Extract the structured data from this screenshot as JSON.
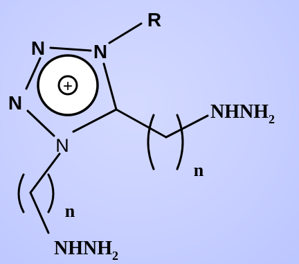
{
  "structure": {
    "substituent_r": "R",
    "ring_atoms": {
      "n_top_left": "N",
      "n_top_right": "N",
      "n_left": "N",
      "n_bottom": "N"
    },
    "charge_symbol": "+",
    "side_chain_right": {
      "terminal_main": "NHNH",
      "terminal_sub": "2",
      "repeat_label": "n"
    },
    "side_chain_bottom": {
      "terminal_main": "NHNH",
      "terminal_sub": "2",
      "repeat_label": "n"
    }
  },
  "colors": {
    "background": "#c8d0ff",
    "ink": "#000000",
    "charge_fill": "#ffffff"
  }
}
